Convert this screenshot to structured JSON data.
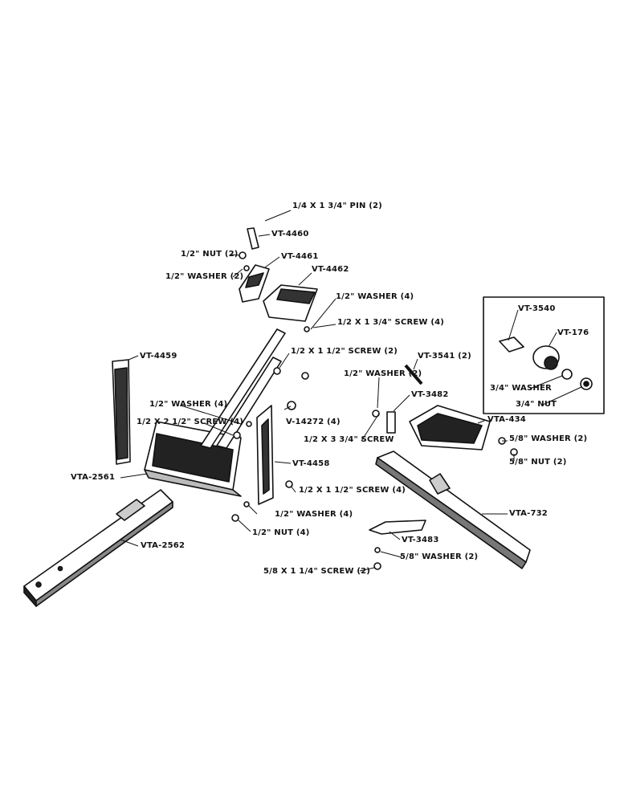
{
  "labels": {
    "pin": "1/4 X 1 3/4\" PIN (2)",
    "vt4460": "VT-4460",
    "nut_half_2": "1/2\" NUT (2)",
    "vt4461": "VT-4461",
    "vt4462": "VT-4462",
    "washer_half_2": "1/2\" WASHER (2)",
    "washer_half_4_top": "1/2\" WASHER (4)",
    "screw_half_1_3_4": "1/2 X 1 3/4\" SCREW (4)",
    "screw_half_1_1_2_2": "1/2 X 1 1/2\" SCREW (2)",
    "vt4459": "VT-4459",
    "vt3541": "VT-3541 (2)",
    "washer_half_2_mid": "1/2\" WASHER (2)",
    "vt3482": "VT-3482",
    "washer_half_4_left": "1/2\" WASHER (4)",
    "screw_half_2_1_2": "1/2 X 2 1/2\" SCREW (4)",
    "v14272": "V-14272 (4)",
    "screw_half_3_3_4": "1/2 X 3 3/4\" SCREW",
    "vta434": "VTA-434",
    "washer_5_8_2": "5/8\" WASHER (2)",
    "nut_5_8_2": "5/8\" NUT (2)",
    "vta2561": "VTA-2561",
    "vt4458": "VT-4458",
    "screw_half_1_1_2_4": "1/2 X 1 1/2\" SCREW (4)",
    "washer_half_4_bot": "1/2\" WASHER (4)",
    "nut_half_4": "1/2\" NUT (4)",
    "vta732": "VTA-732",
    "vta2562": "VTA-2562",
    "vt3483": "VT-3483",
    "washer_5_8_2b": "5/8\" WASHER (2)",
    "screw_5_8_1_1_4": "5/8 X 1 1/4\" SCREW (2)",
    "vt3540": "VT-3540",
    "vt176": "VT-176",
    "washer_3_4": "3/4\" WASHER",
    "nut_3_4": "3/4\" NUT"
  }
}
